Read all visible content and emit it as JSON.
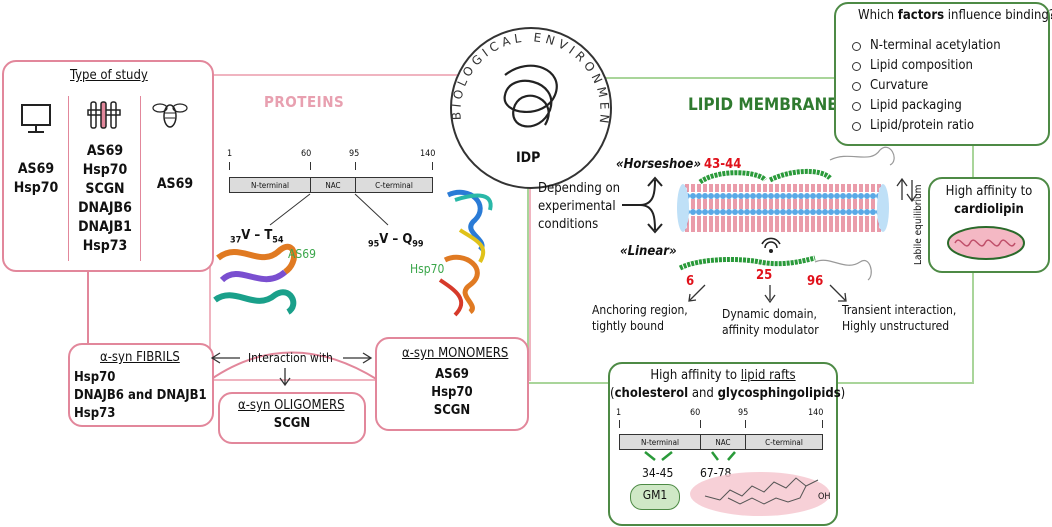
{
  "center": {
    "arc_text": "BIOLOGICAL ENVIRONMENT",
    "label": "IDP"
  },
  "proteins": {
    "title": "PROTEINS",
    "study_box": {
      "title": "Type of study",
      "icons": [
        "computer-icon",
        "test-tubes-icon",
        "bee-icon"
      ],
      "col1": [
        "AS69",
        "Hsp70"
      ],
      "col2": [
        "AS69",
        "Hsp70",
        "SCGN",
        "DNAJB6",
        "DNAJB1",
        "Hsp73"
      ],
      "col3": [
        "AS69"
      ]
    },
    "domain_bar": {
      "ticks": [
        "1",
        "60",
        "95",
        "140"
      ],
      "segments": [
        "N-terminal",
        "NAC",
        "C-terminal"
      ]
    },
    "structures": [
      {
        "range_pre": "37",
        "range_mid": "V – T",
        "range_post": "54",
        "name": "AS69"
      },
      {
        "range_pre": "95",
        "range_mid": "V – Q",
        "range_post": "99",
        "name": "Hsp70"
      }
    ]
  },
  "interaction": {
    "label": "Interaction with",
    "fibrils": {
      "title": "α-syn FIBRILS",
      "items": [
        "Hsp70",
        "DNAJB6 and DNAJB1",
        "Hsp73"
      ]
    },
    "monomers": {
      "title": "α-syn MONOMERS",
      "items": [
        "AS69",
        "Hsp70",
        "SCGN"
      ]
    },
    "oligomers": {
      "title": "α-syn OLIGOMERS",
      "items": [
        "SCGN"
      ]
    }
  },
  "lipids": {
    "title": "LIPID MEMBRANES",
    "factors": {
      "title_pre": "Which ",
      "title_bold": "factors",
      "title_post": " influence binding?",
      "items": [
        "N-terminal acetylation",
        "Lipid composition",
        "Curvature",
        "Lipid packaging",
        "Lipid/protein ratio"
      ]
    },
    "depending": [
      "Depending on",
      "experimental",
      "conditions"
    ],
    "horseshoe": "«Horseshoe»",
    "linear": "«Linear»",
    "residues": [
      "43-44",
      "6",
      "25",
      "96"
    ],
    "labile": "Labile equilibrium",
    "cardiolipin": {
      "line1": "High affinity to",
      "line2": "cardiolipin"
    },
    "regions": [
      {
        "line1": "Anchoring region,",
        "line2": "tightly bound"
      },
      {
        "line1": "Dynamic domain,",
        "line2": "affinity modulator"
      },
      {
        "line1": "Transient interaction,",
        "line2": "Highly unstructured"
      }
    ],
    "rafts": {
      "line1_pre": "High affinity to ",
      "line1_u": "lipid rafts",
      "line2_pre": "(",
      "line2_b1": "cholesterol",
      "line2_mid": " and ",
      "line2_b2": "glycosphingolipids",
      "line2_post": ")",
      "ticks": [
        "1",
        "60",
        "95",
        "140"
      ],
      "segments": [
        "N-terminal",
        "NAC",
        "C-terminal"
      ],
      "ranges": [
        "34-45",
        "67-78"
      ],
      "gm1": "GM1",
      "oh": "OH"
    }
  },
  "colors": {
    "pink": "#e2879b",
    "green": "#4d8a45",
    "red": "#e0101a",
    "helix": "#2a9a3a",
    "membrane_red": "#d63a55",
    "membrane_blue": "#5aa9e6"
  }
}
